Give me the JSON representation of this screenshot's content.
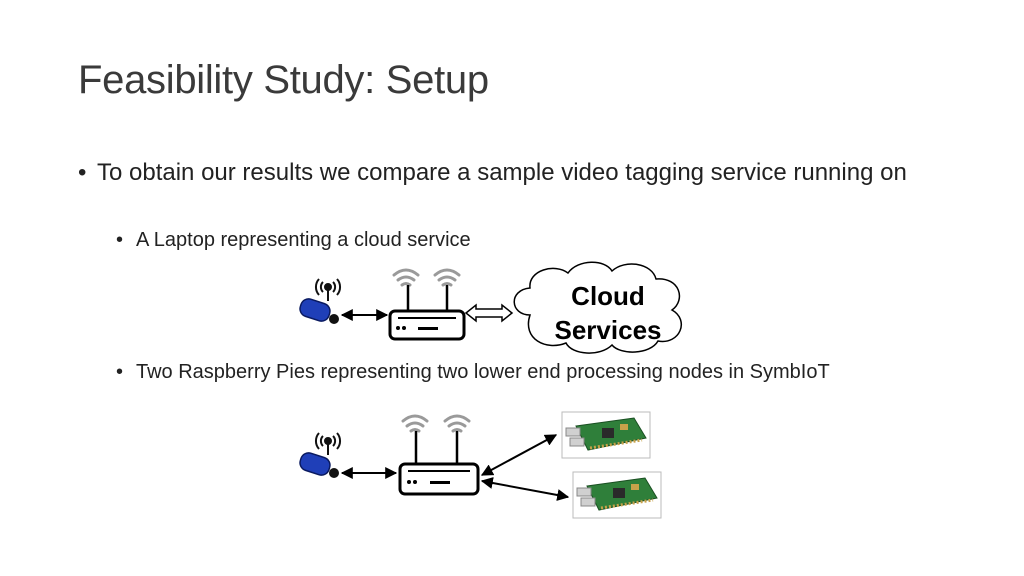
{
  "title": "Feasibility Study: Setup",
  "bullets": {
    "main": "To obtain our results we compare a sample video tagging service running on",
    "sub1": "A Laptop representing a cloud service",
    "sub2": "Two Raspberry Pies representing two lower end processing nodes in SymbIoT"
  },
  "diagram_top": {
    "cloud_line1": "Cloud",
    "cloud_line2": "Services"
  },
  "bullet_char": "•",
  "icons": [
    "camera-icon",
    "wifi-icon",
    "router-icon",
    "cloud-icon",
    "raspberry-pi-board-icon"
  ]
}
